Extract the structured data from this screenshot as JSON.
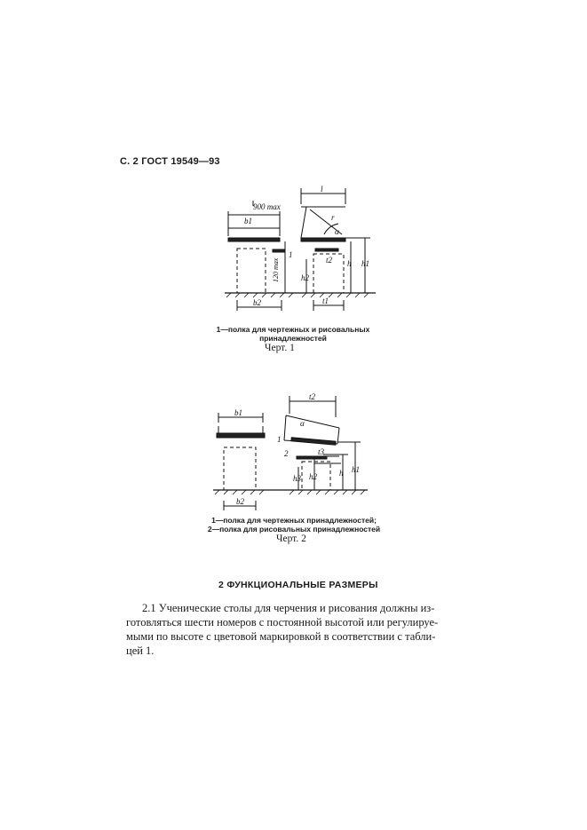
{
  "header": "С. 2 ГОСТ 19549—93",
  "figure1": {
    "dim_width_label": "900 max",
    "dim_height_label": "120 max",
    "labels": {
      "b1": "b1",
      "b2": "b2",
      "l": "l",
      "t1": "t1",
      "t2": "t2",
      "h": "h",
      "h1": "h1",
      "h2": "h2",
      "r": "r",
      "alpha": "α",
      "callout_1": "1"
    },
    "legend_line1": "1—полка для чертежных и рисовальных",
    "legend_line2": "принадлежностей",
    "caption": "Черт. 1"
  },
  "figure2": {
    "labels": {
      "b1": "b1",
      "b2": "b2",
      "t2": "t2",
      "t3": "t3",
      "h": "h",
      "h1": "h1",
      "h2": "h2",
      "h3": "h3",
      "alpha": "α",
      "callout_1": "1",
      "callout_2": "2"
    },
    "legend_line1": "1—полка для чертежных принадлежностей;",
    "legend_line2": "2—полка для рисовальных принадлежностей",
    "caption": "Черт. 2"
  },
  "section_title": "2 ФУНКЦИОНАЛЬНЫЕ РАЗМЕРЫ",
  "paragraph_lines": [
    "2.1 Ученические столы для черчения и рисования должны из-",
    "готовляться шести номеров с постоянной высотой или регулируе-",
    "мыми по высоте с цветовой маркировкой в соответствии с табли-",
    "цей 1."
  ]
}
